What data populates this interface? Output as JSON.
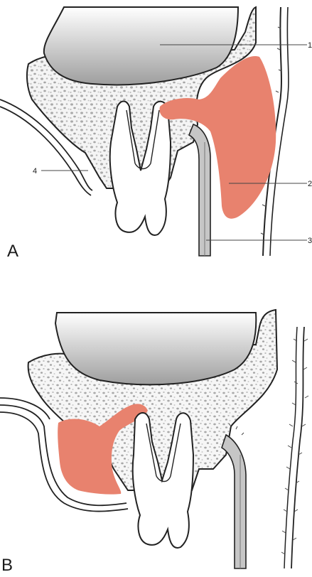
{
  "panels": [
    {
      "letter": "A",
      "callouts": [
        {
          "number": "1"
        },
        {
          "number": "2"
        },
        {
          "number": "3"
        },
        {
          "number": "4"
        }
      ]
    },
    {
      "letter": "B"
    }
  ],
  "colors": {
    "lesion": "#e8826e",
    "outline": "#222222",
    "bone_fill": "#f4f4f4",
    "bone_dot": "#a9a9a9",
    "sinus_dark": "#9a9a9a",
    "sinus_light": "#ffffff",
    "periosteum": "#c8c8c8"
  },
  "icons": [
    "maxillary-sinus",
    "tooth-root",
    "bone-trabeculae",
    "soft-tissue",
    "pus-collection"
  ]
}
